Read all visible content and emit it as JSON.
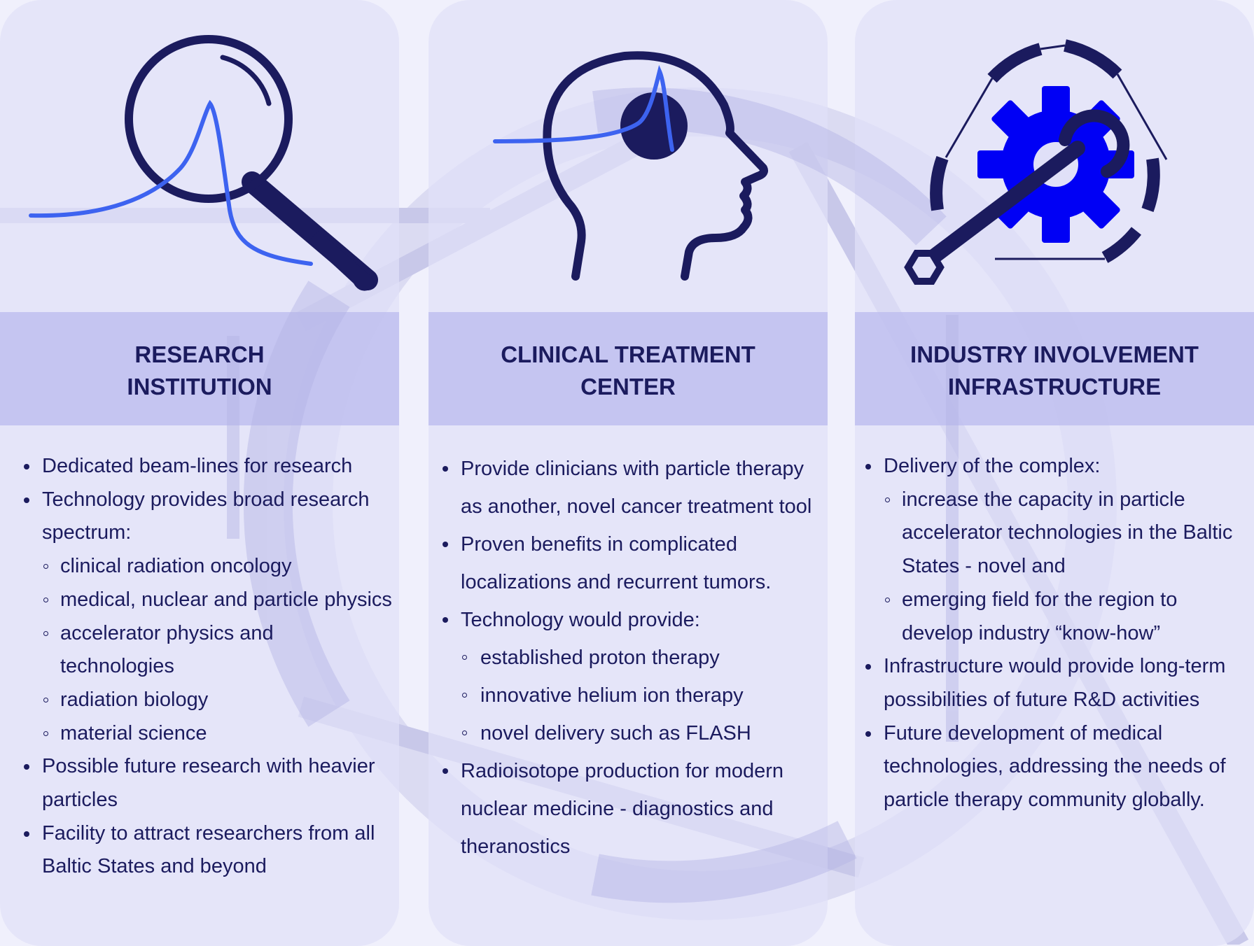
{
  "columns": [
    {
      "title_lines": [
        "RESEARCH",
        "INSTITUTION"
      ],
      "icon": "magnifier-with-bragg-peak-icon",
      "bullets": [
        {
          "text": "Dedicated beam-lines for research"
        },
        {
          "text": "Technology provides broad research spectrum:",
          "sub": [
            "clinical radiation oncology",
            "medical, nuclear and particle physics",
            "accelerator physics and technologies",
            "radiation biology",
            "material science"
          ]
        },
        {
          "text": "Possible future research with heavier particles"
        },
        {
          "text": "Facility to attract researchers from all Baltic States and beyond"
        }
      ]
    },
    {
      "title_lines": [
        "CLINICAL TREATMENT",
        "CENTER"
      ],
      "icon": "head-with-beam-icon",
      "bullets": [
        {
          "text": "Provide clinicians with particle therapy as another, novel cancer treatment tool"
        },
        {
          "text": "Proven benefits in complicated localizations and recurrent tumors."
        },
        {
          "text": "Technology would provide:",
          "sub": [
            "established proton therapy",
            "innovative helium ion therapy",
            "novel delivery such as FLASH"
          ]
        },
        {
          "text": "Radioisotope production for modern nuclear medicine - diagnostics and theranostics"
        }
      ]
    },
    {
      "title_lines": [
        "INDUSTRY INVOLVEMENT",
        "INFRASTRUCTURE"
      ],
      "icon": "gear-wrench-cycle-icon",
      "bullets": [
        {
          "text": "Delivery of the complex:",
          "sub": [
            "increase the capacity in particle accelerator technologies in the Baltic States - novel and",
            "emerging field for the region to develop industry “know-how”"
          ]
        },
        {
          "text": "Infrastructure would provide long-term possibilities of future R&D activities"
        },
        {
          "text": "Future development of medical technologies, addressing the needs of particle therapy community globally."
        }
      ]
    }
  ],
  "colors": {
    "navy": "#1b1b5e",
    "accent_blue": "#3d63f0",
    "gear_blue": "#0000f5",
    "card": "#e0e0f8",
    "band": "#bcbcee",
    "background_shapes": "#c4c4e8"
  }
}
